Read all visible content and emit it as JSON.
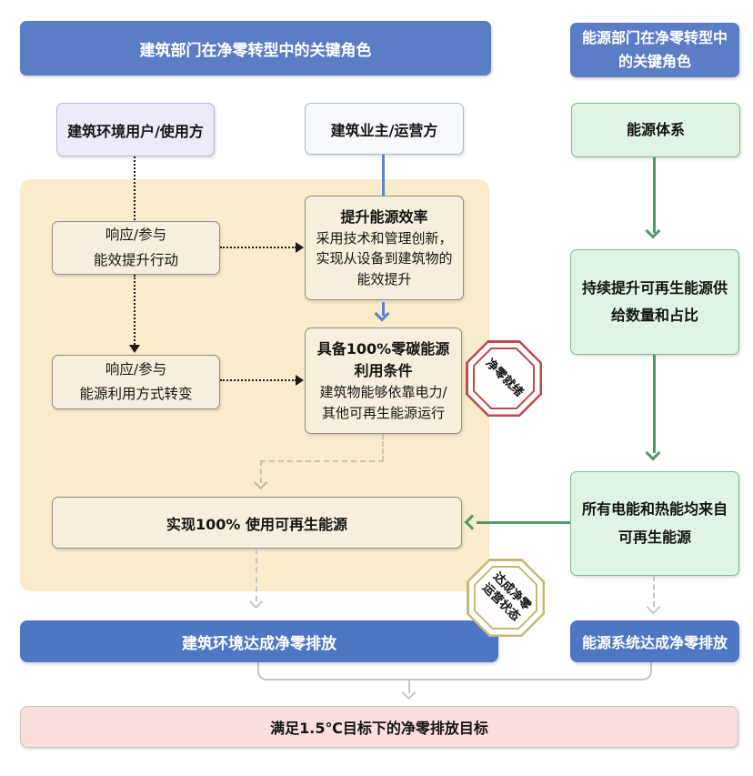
{
  "building_section": {
    "header": "建筑部门在净零转型中的关键角色",
    "users_box": "建筑环境用户/使用方",
    "owner_box": "建筑业主/运营方",
    "respond_efficiency": {
      "line1": "响应/参与",
      "line2": "能效提升行动"
    },
    "improve_efficiency": {
      "title": "提升能源效率",
      "body": "采用技术和管理创新，实现从设备到建筑物的能效提升"
    },
    "respond_energy_use": {
      "line1": "响应/参与",
      "line2": "能源利用方式转变"
    },
    "zero_carbon_ready": {
      "title": "具备100%零碳能源利用条件",
      "body": "建筑物能够依靠电力/其他可再生能源运行"
    },
    "achieve_renewable": "实现100% 使用可再生能源",
    "netzero_bar": "建筑环境达成净零排放"
  },
  "energy_section": {
    "header": "能源部门在净零转型中的关键角色",
    "energy_system": "能源体系",
    "renewable_supply": "持续提升可再生能源供给数量和占比",
    "all_power": "所有电能和热能均来自可再生能源",
    "netzero_bar": "能源系统达成净零排放"
  },
  "stamps": {
    "ready": "净零就绪",
    "operation": {
      "line1": "达成净零",
      "line2": "运营状态"
    }
  },
  "goal_bar": "满足1.5℃目标下的净零排放目标",
  "colors": {
    "header_blue": "#5a7dc6",
    "bar_blue": "#4d77c4",
    "panel_yellow": "#faecca",
    "box_beige": "#f6efdd",
    "box_green": "#e0f3e5",
    "green_accent": "#4e9b68",
    "blue_accent": "#5b82cb",
    "stamp_red": "#bf4a47",
    "stamp_gold": "#c8b878",
    "goal_pink": "#fbdede",
    "lavender": "#ebebf8"
  }
}
